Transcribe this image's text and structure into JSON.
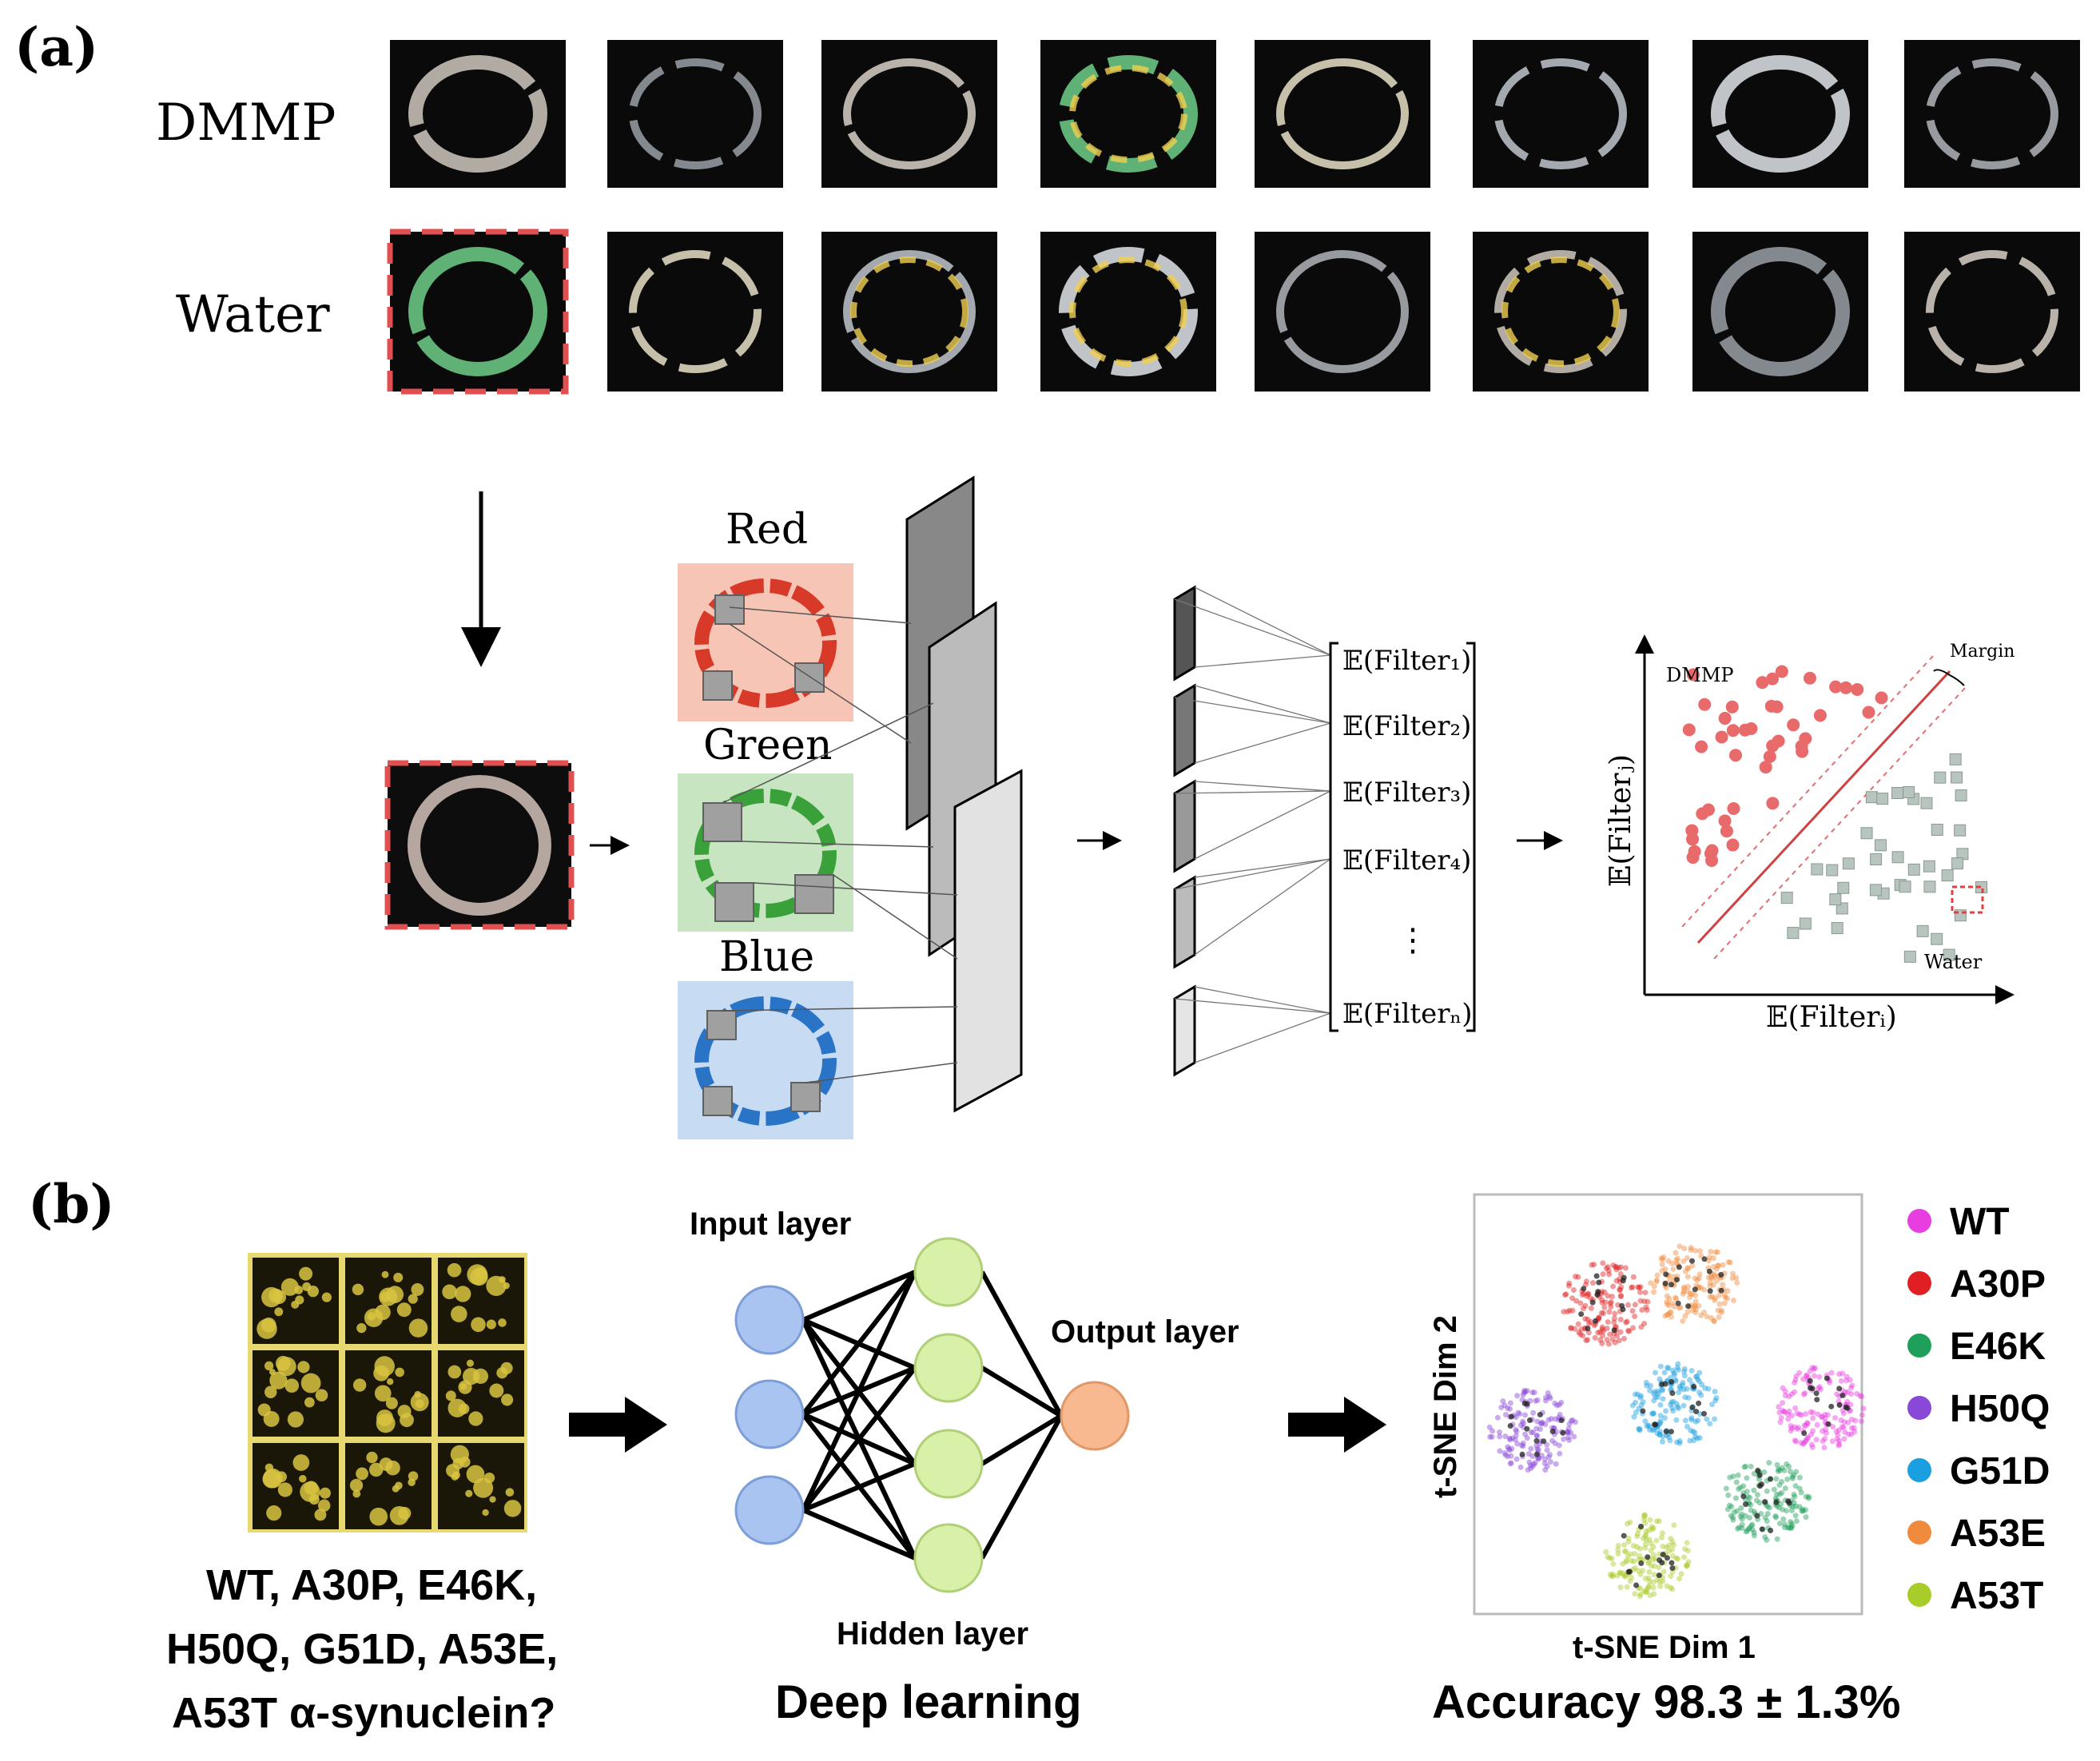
{
  "panel_a": {
    "label": "(a)",
    "row_labels": {
      "dmmp": "DMMP",
      "water": "Water"
    },
    "channel_labels": {
      "red": "Red",
      "green": "Green",
      "blue": "Blue"
    },
    "features": [
      "𝔼(Filter₁)",
      "𝔼(Filter₂)",
      "𝔼(Filter₃)",
      "𝔼(Filter₄)",
      "⋮",
      "𝔼(Filterₙ)"
    ],
    "plot": {
      "xlabel": "𝔼(Filterᵢ)",
      "ylabel": "𝔼(Filterⱼ)",
      "class_top": "DMMP",
      "class_bottom": "Water",
      "margin_label": "Margin"
    }
  },
  "panel_b": {
    "label": "(b)",
    "question": [
      "WT, A30P, E46K,",
      "H50Q, G51D, A53E,",
      "A53T α-synuclein?"
    ],
    "nn": {
      "input": "Input layer",
      "hidden": "Hidden layer",
      "output": "Output layer",
      "caption": "Deep learning"
    },
    "tsne": {
      "xlabel": "t-SNE Dim 1",
      "ylabel": "t-SNE Dim 2",
      "accuracy": "Accuracy 98.3 ± 1.3%"
    },
    "legend": [
      {
        "label": "WT",
        "color": "#e83ee0"
      },
      {
        "label": "A30P",
        "color": "#e01f22"
      },
      {
        "label": "E46K",
        "color": "#1fa05a"
      },
      {
        "label": "H50Q",
        "color": "#8a48d8"
      },
      {
        "label": "G51D",
        "color": "#1aa0e0"
      },
      {
        "label": "A53E",
        "color": "#f08a3c"
      },
      {
        "label": "A53T",
        "color": "#a8cc28"
      }
    ]
  }
}
